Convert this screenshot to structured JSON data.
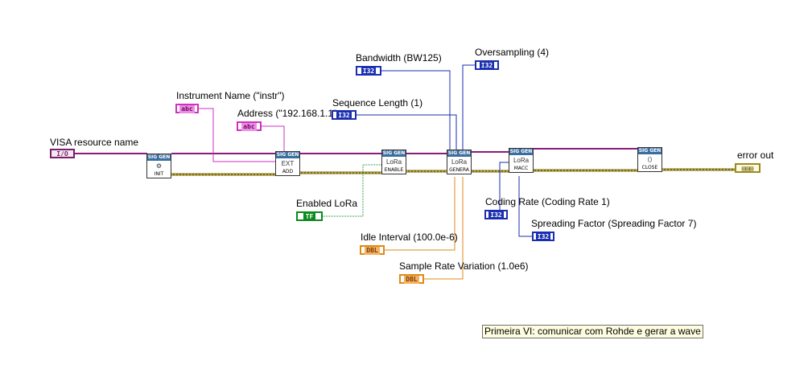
{
  "labels": {
    "visa": "VISA resource name",
    "instrument_name": "Instrument Name (\"instr\")",
    "address": "Address (\"192.168.1.1\"",
    "bandwidth": "Bandwidth (BW125)",
    "oversampling": "Oversampling (4)",
    "sequence_length": "Sequence Length (1)",
    "enabled_lora": "Enabled LoRa",
    "idle_interval": "Idle Interval (100.0e-6)",
    "sample_rate_variation": "Sample Rate Variation (1.0e6)",
    "coding_rate": "Coding Rate (Coding Rate 1)",
    "spreading_factor": "Spreading Factor (Spreading Factor 7)",
    "error_out": "error out"
  },
  "terminals": {
    "io": "I/O",
    "str": "abc",
    "i32": "I32",
    "dbl": "DBL",
    "tf": "TF"
  },
  "vis": {
    "header": "SIG GEN",
    "init": {
      "name": "INIT",
      "glyph": "⚙"
    },
    "add": {
      "name": "ADD",
      "glyph": "EXT"
    },
    "enable": {
      "name": "ENABLE",
      "glyph": "LoRa"
    },
    "genera": {
      "name": "GENERA",
      "glyph": "LoRa"
    },
    "macc": {
      "name": "MACC",
      "glyph": "LoRa"
    },
    "close": {
      "name": "CLOSE",
      "glyph": "⟨⟩"
    }
  },
  "comment": "Primeira VI: comunicar com Rohde e gerar a wave",
  "colors": {
    "visa_wire": "#8a1c7a",
    "error_wire": "#7a6a10",
    "i32_wire": "#1a2fb0",
    "string_wire": "#d030c0",
    "dbl_wire": "#e08a18",
    "bool_wire": "#0c8a1e"
  }
}
